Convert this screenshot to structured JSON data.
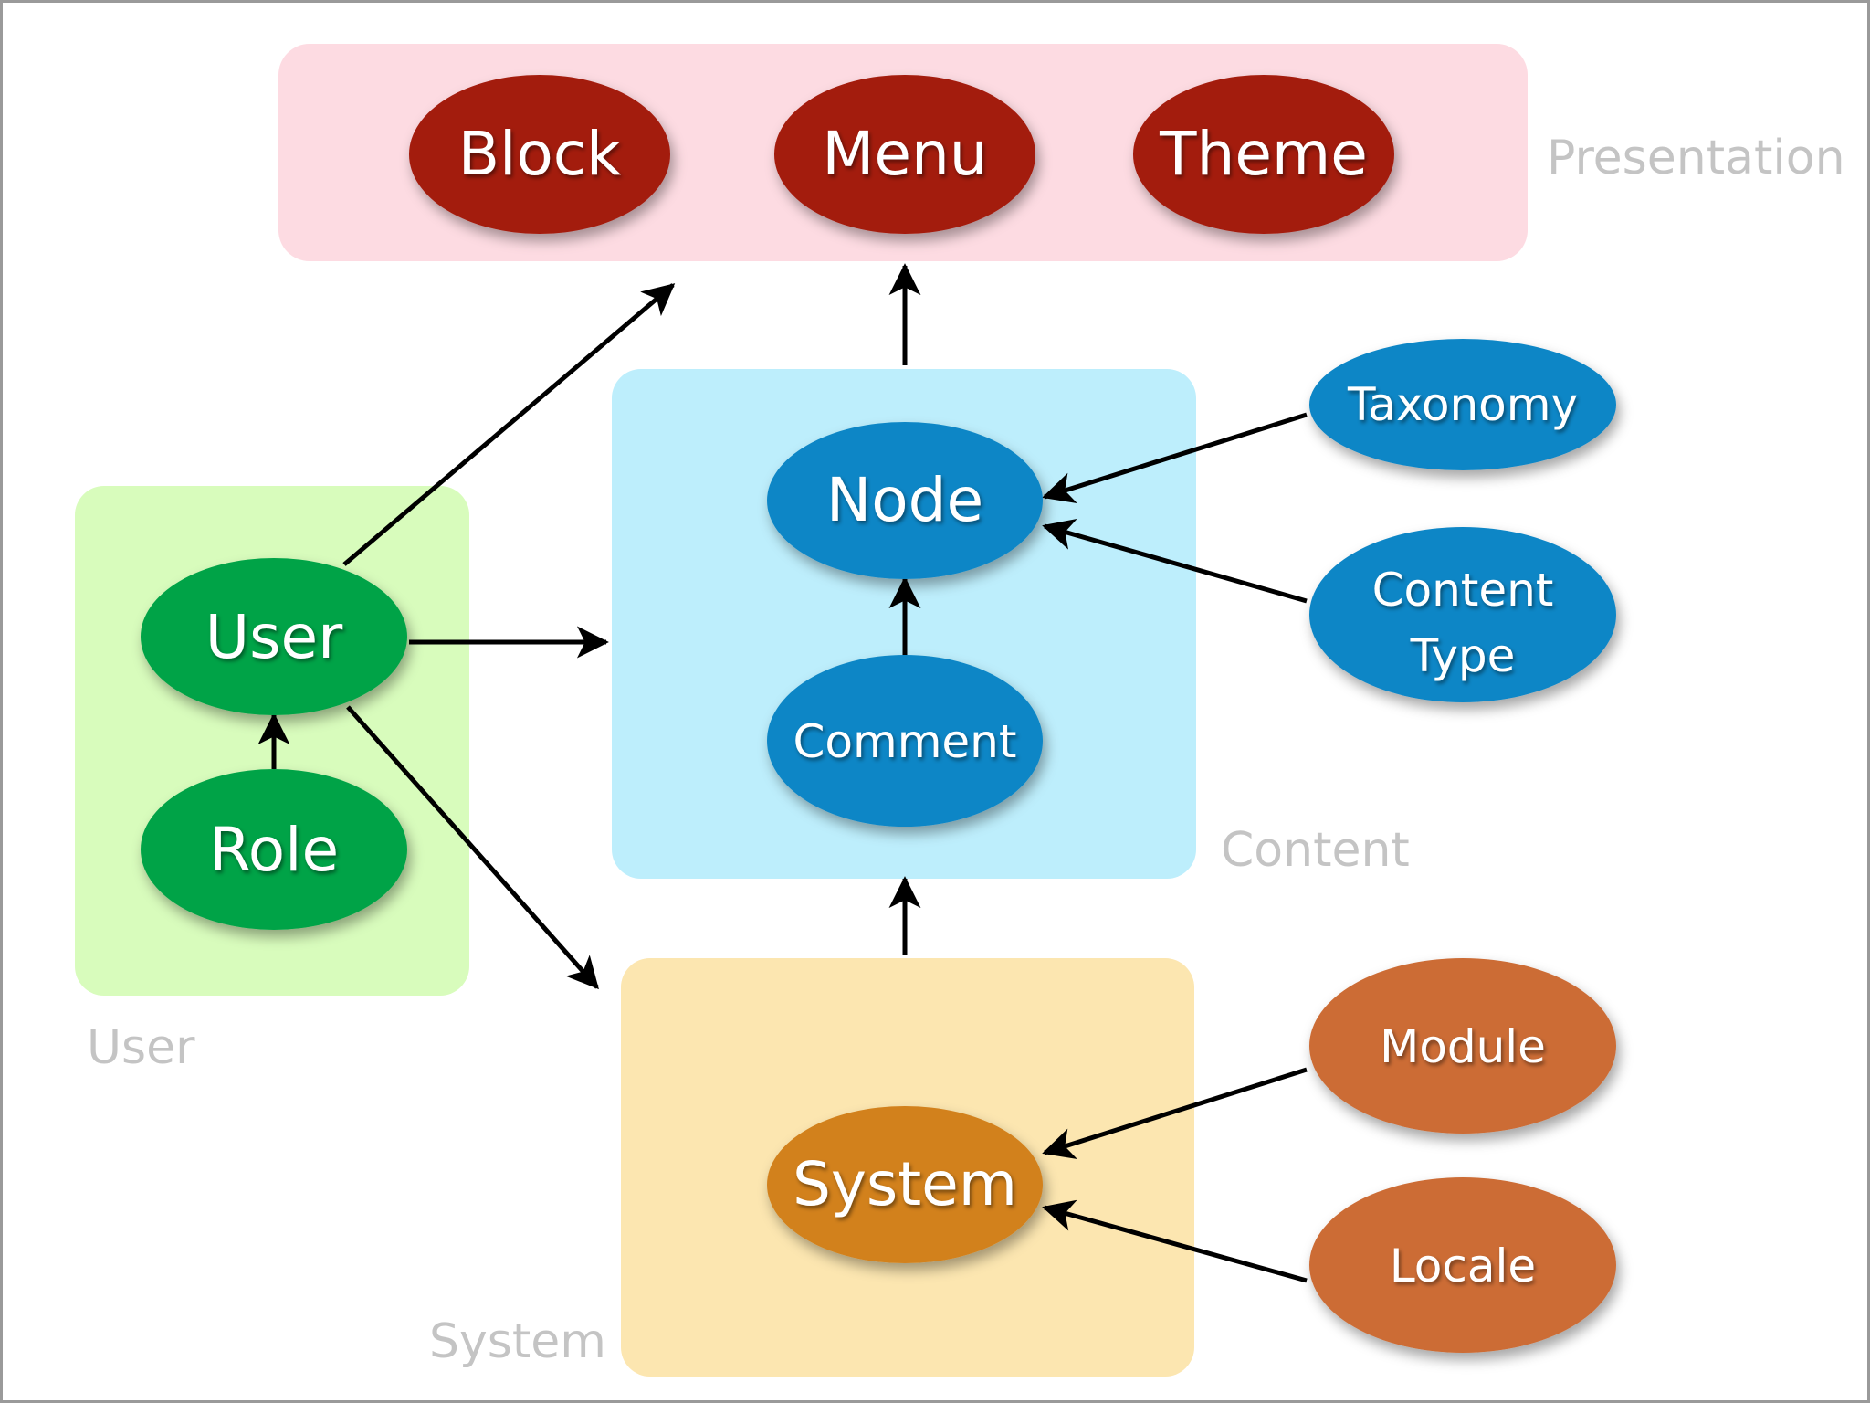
{
  "groups": {
    "presentation": {
      "label": "Presentation",
      "color": "#fddbe2"
    },
    "content": {
      "label": "Content",
      "color": "#bdeefc"
    },
    "user": {
      "label": "User",
      "color": "#d8fcbc"
    },
    "system": {
      "label": "System",
      "color": "#fce6b0"
    }
  },
  "nodes": {
    "block": {
      "label": "Block",
      "color": "#a31a0a"
    },
    "menu": {
      "label": "Menu",
      "color": "#a31a0a"
    },
    "theme": {
      "label": "Theme",
      "color": "#a31a0a"
    },
    "node": {
      "label": "Node",
      "color": "#0f86c6"
    },
    "comment": {
      "label": "Comment",
      "color": "#0f86c6"
    },
    "taxonomy": {
      "label": "Taxonomy",
      "color": "#0f86c6"
    },
    "content_type": {
      "label_line1": "Content",
      "label_line2": "Type",
      "color": "#0f86c6"
    },
    "user": {
      "label": "User",
      "color": "#06a347"
    },
    "role": {
      "label": "Role",
      "color": "#06a347"
    },
    "system": {
      "label": "System",
      "color": "#d2811f"
    },
    "module": {
      "label": "Module",
      "color": "#cc6c36"
    },
    "locale": {
      "label": "Locale",
      "color": "#cc6c36"
    }
  },
  "edges": [
    {
      "from": "User",
      "to": "Presentation"
    },
    {
      "from": "User",
      "to": "Content"
    },
    {
      "from": "User",
      "to": "System"
    },
    {
      "from": "Role",
      "to": "User"
    },
    {
      "from": "Content",
      "to": "Presentation"
    },
    {
      "from": "Comment",
      "to": "Node"
    },
    {
      "from": "Taxonomy",
      "to": "Node"
    },
    {
      "from": "Content Type",
      "to": "Node"
    },
    {
      "from": "System",
      "to": "Content"
    },
    {
      "from": "Module",
      "to": "System"
    },
    {
      "from": "Locale",
      "to": "System"
    }
  ]
}
